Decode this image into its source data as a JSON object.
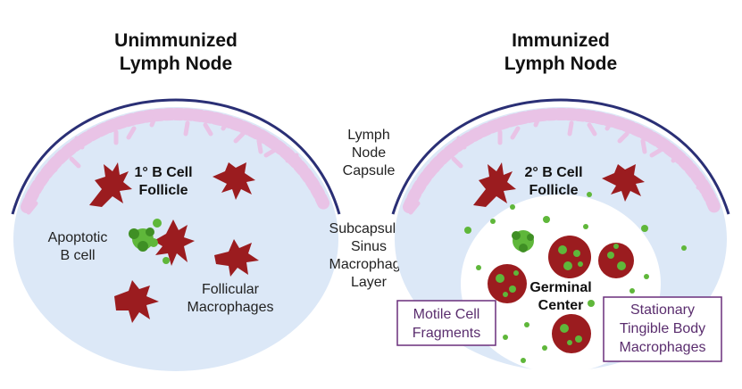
{
  "titles": {
    "left_line1": "Unimmunized",
    "left_line2": "Lymph Node",
    "right_line1": "Immunized",
    "right_line2": "Lymph Node"
  },
  "labels": {
    "left_follicle_line1": "1° B Cell",
    "left_follicle_line2": "Follicle",
    "apoptotic_line1": "Apoptotic",
    "apoptotic_line2": "B cell",
    "follicular_line1": "Follicular",
    "follicular_line2": "Macrophages",
    "capsule_line1": "Lymph",
    "capsule_line2": "Node",
    "capsule_line3": "Capsule",
    "sinus_line1": "Subcapsular",
    "sinus_line2": "Sinus",
    "sinus_line3": "Macrophage",
    "sinus_line4": "Layer",
    "right_follicle_line1": "2° B Cell",
    "right_follicle_line2": "Follicle",
    "germinal_line1": "Germinal",
    "germinal_line2": "Center",
    "motile_line1": "Motile Cell",
    "motile_line2": "Fragments",
    "tingible_line1": "Stationary",
    "tingible_line2": "Tingible Body",
    "tingible_line3": "Macrophages"
  },
  "colors": {
    "node_fill": "#dce8f7",
    "capsule_line": "#2a2f75",
    "sinus_layer": "#e9c3e6",
    "macrophage": "#9b1c1f",
    "fragment_green": "#5fb73a",
    "germinal_fill": "#ffffff",
    "box_border": "#6a2f7c"
  }
}
